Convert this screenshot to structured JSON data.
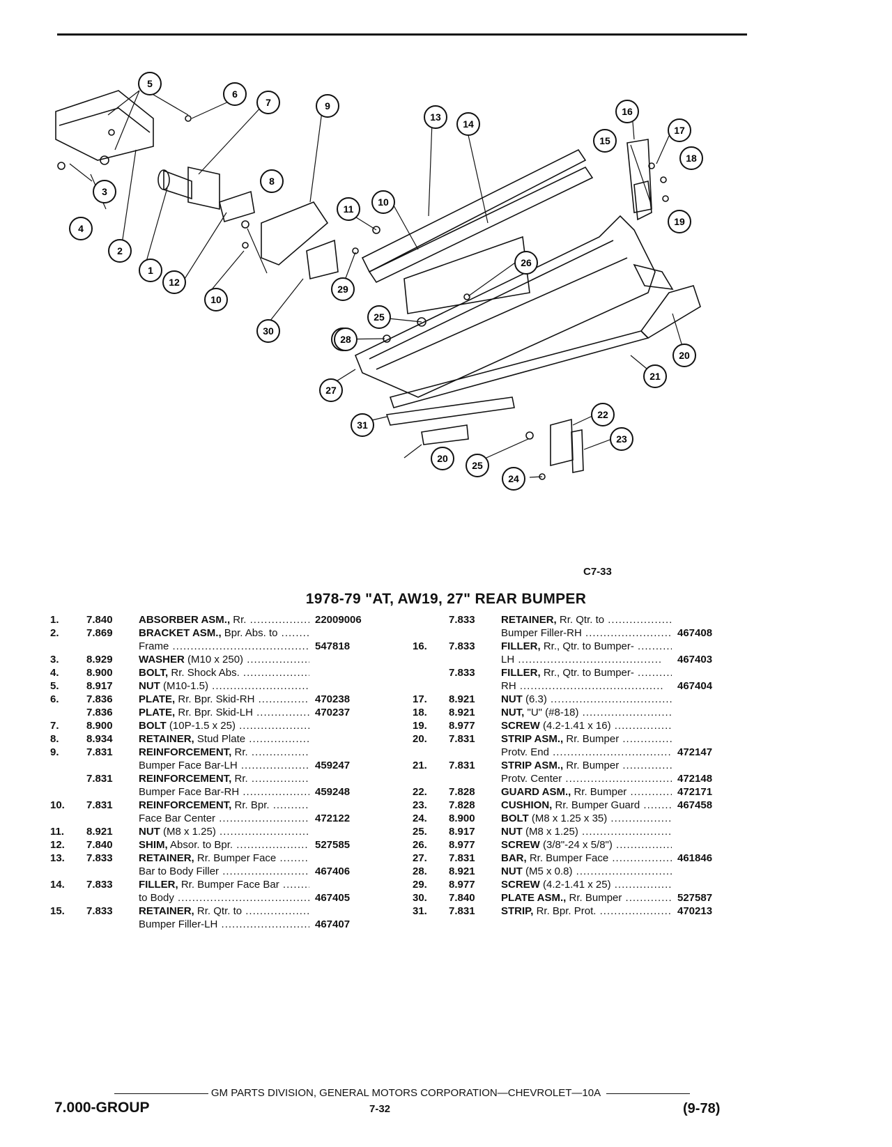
{
  "figure": {
    "code": "C7-33",
    "callouts": [
      "1",
      "2",
      "3",
      "4",
      "5",
      "6",
      "7",
      "8",
      "9",
      "10",
      "10",
      "11",
      "12",
      "13",
      "14",
      "15",
      "16",
      "17",
      "18",
      "19",
      "20",
      "20",
      "21",
      "22",
      "23",
      "24",
      "25",
      "25",
      "26",
      "27",
      "28",
      "28",
      "29",
      "30",
      "31"
    ]
  },
  "title": "1978-79 \"AT, AW19, 27\" REAR BUMPER",
  "parts_left": [
    {
      "num": "1.",
      "group": "7.840",
      "name": "ABSORBER ASM.,",
      "desc": " Rr.",
      "part": "22009006"
    },
    {
      "num": "2.",
      "group": "7.869",
      "name": "BRACKET ASM.,",
      "desc": " Bpr. Abs. to",
      "part": ""
    },
    {
      "num": "",
      "group": "",
      "name": "",
      "desc": "Frame",
      "part": "547818"
    },
    {
      "num": "3.",
      "group": "8.929",
      "name": "WASHER",
      "desc": " (M10 x 250)",
      "part": ""
    },
    {
      "num": "4.",
      "group": "8.900",
      "name": "BOLT,",
      "desc": " Rr. Shock Abs.",
      "part": ""
    },
    {
      "num": "5.",
      "group": "8.917",
      "name": "NUT",
      "desc": " (M10-1.5)",
      "part": ""
    },
    {
      "num": "6.",
      "group": "7.836",
      "name": "PLATE,",
      "desc": " Rr. Bpr. Skid-RH",
      "part": "470238"
    },
    {
      "num": "",
      "group": "7.836",
      "name": "PLATE,",
      "desc": " Rr. Bpr. Skid-LH",
      "part": "470237"
    },
    {
      "num": "7.",
      "group": "8.900",
      "name": "BOLT",
      "desc": " (10P-1.5 x 25)",
      "part": ""
    },
    {
      "num": "8.",
      "group": "8.934",
      "name": "RETAINER,",
      "desc": " Stud Plate",
      "part": ""
    },
    {
      "num": "9.",
      "group": "7.831",
      "name": "REINFORCEMENT,",
      "desc": " Rr.",
      "part": ""
    },
    {
      "num": "",
      "group": "",
      "name": "",
      "desc": "Bumper Face Bar-LH",
      "part": "459247"
    },
    {
      "num": "",
      "group": "7.831",
      "name": "REINFORCEMENT,",
      "desc": " Rr.",
      "part": ""
    },
    {
      "num": "",
      "group": "",
      "name": "",
      "desc": "Bumper Face Bar-RH",
      "part": "459248"
    },
    {
      "num": "10.",
      "group": "7.831",
      "name": "REINFORCEMENT,",
      "desc": " Rr. Bpr.",
      "part": ""
    },
    {
      "num": "",
      "group": "",
      "name": "",
      "desc": "Face Bar Center",
      "part": "472122"
    },
    {
      "num": "11.",
      "group": "8.921",
      "name": "NUT",
      "desc": " (M8 x 1.25)",
      "part": ""
    },
    {
      "num": "12.",
      "group": "7.840",
      "name": "SHIM,",
      "desc": " Absor. to Bpr.",
      "part": "527585"
    },
    {
      "num": "13.",
      "group": "7.833",
      "name": "RETAINER,",
      "desc": " Rr. Bumper Face",
      "part": ""
    },
    {
      "num": "",
      "group": "",
      "name": "",
      "desc": "Bar to Body Filler",
      "part": "467406"
    },
    {
      "num": "14.",
      "group": "7.833",
      "name": "FILLER,",
      "desc": " Rr. Bumper Face Bar",
      "part": ""
    },
    {
      "num": "",
      "group": "",
      "name": "",
      "desc": "to Body",
      "part": "467405"
    },
    {
      "num": "15.",
      "group": "7.833",
      "name": "RETAINER,",
      "desc": " Rr. Qtr. to",
      "part": ""
    },
    {
      "num": "",
      "group": "",
      "name": "",
      "desc": "Bumper Filler-LH",
      "part": "467407"
    }
  ],
  "parts_right": [
    {
      "num": "",
      "group": "7.833",
      "name": "RETAINER,",
      "desc": " Rr. Qtr. to",
      "part": ""
    },
    {
      "num": "",
      "group": "",
      "name": "",
      "desc": "Bumper Filler-RH",
      "part": "467408"
    },
    {
      "num": "16.",
      "group": "7.833",
      "name": "FILLER,",
      "desc": " Rr., Qtr. to Bumper-",
      "part": ""
    },
    {
      "num": "",
      "group": "",
      "name": "",
      "desc": "LH",
      "part": "467403"
    },
    {
      "num": "",
      "group": "7.833",
      "name": "FILLER,",
      "desc": " Rr., Qtr. to Bumper-",
      "part": ""
    },
    {
      "num": "",
      "group": "",
      "name": "",
      "desc": "RH",
      "part": "467404"
    },
    {
      "num": "17.",
      "group": "8.921",
      "name": "NUT",
      "desc": " (6.3)",
      "part": ""
    },
    {
      "num": "18.",
      "group": "8.921",
      "name": "NUT,",
      "desc": " \"U\" (#8-18)",
      "part": ""
    },
    {
      "num": "19.",
      "group": "8.977",
      "name": "SCREW",
      "desc": " (4.2-1.41 x 16)",
      "part": ""
    },
    {
      "num": "20.",
      "group": "7.831",
      "name": "STRIP ASM.,",
      "desc": " Rr. Bumper",
      "part": ""
    },
    {
      "num": "",
      "group": "",
      "name": "",
      "desc": "Protv. End",
      "part": "472147"
    },
    {
      "num": "21.",
      "group": "7.831",
      "name": "STRIP ASM.,",
      "desc": " Rr. Bumper",
      "part": ""
    },
    {
      "num": "",
      "group": "",
      "name": "",
      "desc": "Protv. Center",
      "part": "472148"
    },
    {
      "num": "22.",
      "group": "7.828",
      "name": "GUARD ASM.,",
      "desc": " Rr. Bumper",
      "part": "472171"
    },
    {
      "num": "23.",
      "group": "7.828",
      "name": "CUSHION,",
      "desc": " Rr. Bumper Guard",
      "part": "467458"
    },
    {
      "num": "24.",
      "group": "8.900",
      "name": "BOLT",
      "desc": " (M8 x 1.25 x 35)",
      "part": ""
    },
    {
      "num": "25.",
      "group": "8.917",
      "name": "NUT",
      "desc": " (M8 x 1.25)",
      "part": ""
    },
    {
      "num": "26.",
      "group": "8.977",
      "name": "SCREW",
      "desc": " (3/8\"-24 x 5/8\")",
      "part": ""
    },
    {
      "num": "27.",
      "group": "7.831",
      "name": "BAR,",
      "desc": " Rr. Bumper Face",
      "part": "461846"
    },
    {
      "num": "28.",
      "group": "8.921",
      "name": "NUT",
      "desc": " (M5 x 0.8)",
      "part": ""
    },
    {
      "num": "29.",
      "group": "8.977",
      "name": "SCREW",
      "desc": " (4.2-1.41 x 25)",
      "part": ""
    },
    {
      "num": "30.",
      "group": "7.840",
      "name": "PLATE ASM.,",
      "desc": " Rr. Bumper",
      "part": "527587"
    },
    {
      "num": "31.",
      "group": "7.831",
      "name": "STRIP,",
      "desc": " Rr. Bpr. Prot.",
      "part": "470213"
    }
  ],
  "footer": {
    "publisher": "GM PARTS DIVISION, GENERAL MOTORS CORPORATION—CHEVROLET—10A",
    "group": "7.000-GROUP",
    "page": "7-32",
    "revision": "(9-78)"
  }
}
